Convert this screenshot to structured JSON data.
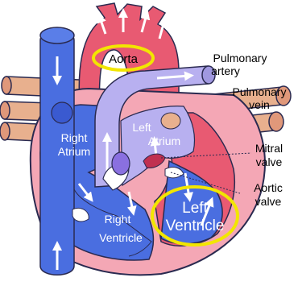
{
  "labels": {
    "aorta": "Aorta",
    "pulmonary_artery_1": "Pulmonary",
    "pulmonary_artery_2": "artery",
    "pulmonary_vein_1": "Pulmonary",
    "pulmonary_vein_2": "vein",
    "right_atrium_1": "Right",
    "right_atrium_2": "Atrium",
    "left_atrium_1": "Left",
    "left_atrium_2": "Atrium",
    "mitral_valve_1": "Mitral",
    "mitral_valve_2": "valve",
    "aortic_valve_1": "Aortic",
    "aortic_valve_2": "valve",
    "right_ventricle_1": "Right",
    "right_ventricle_2": "Ventricle",
    "left_ventricle_1": "Left",
    "left_ventricle_2": "Ventricle"
  },
  "colors": {
    "oxygenated": "#e85a72",
    "oxygenated_light": "#f4a7b5",
    "deoxygenated": "#4a6ee0",
    "deoxygenated_light": "#b8b0f0",
    "pulmonary_vein": "#e8b08e",
    "highlight_ring": "#f2e600",
    "outline": "#2a2a50"
  }
}
